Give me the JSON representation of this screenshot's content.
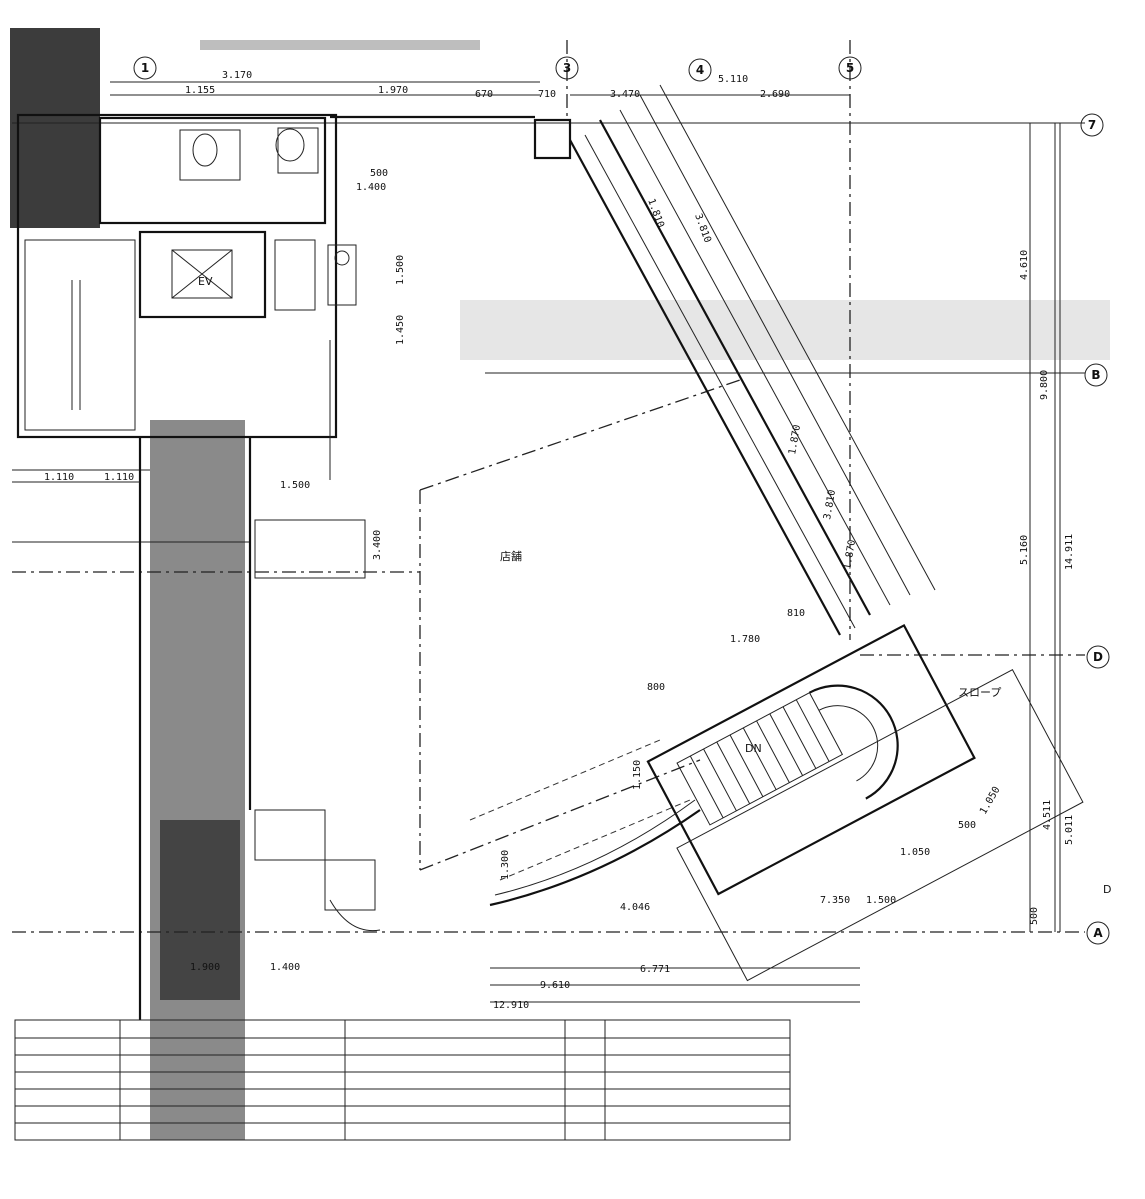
{
  "axes": {
    "top": [
      "1",
      "3",
      "4",
      "5"
    ],
    "right": [
      "7",
      "B",
      "D",
      "A"
    ]
  },
  "labels": {
    "ev": "EV",
    "dn": "DN",
    "room": "店舗",
    "slope": "スロープ",
    "d_mark": "D"
  },
  "dims": {
    "d_3170": "3.170",
    "d_1155": "1.155",
    "d_1970": "1.970",
    "d_670": "670",
    "d_710": "710",
    "d_3470": "3.470",
    "d_5110": "5.110",
    "d_2690": "2.690",
    "d_1400": "1.400",
    "d_500": "500",
    "d_1500": "1.500",
    "d_1450": "1.450",
    "d_1110a": "1.110",
    "d_1110b": "1.110",
    "d_4610": "4.610",
    "d_9800": "9.800",
    "d_5160": "5.160",
    "d_14911": "14.911",
    "d_4511": "4.511",
    "d_5011": "5.011",
    "d_500b": "500",
    "d_1810": "1.810",
    "d_3810": "3.810",
    "d_1870": "1.870",
    "d_3810b": "3.810",
    "d_1870b": "1.870",
    "d_1780": "1.780",
    "d_800": "800",
    "d_810": "810",
    "d_1150": "1.150",
    "d_1050": "1.050",
    "d_7350": "7.350",
    "d_1500b": "1.500",
    "d_4046": "4.046",
    "d_1300": "1.300",
    "d_500c": "500",
    "d_1050b": "1.050",
    "d_9610": "9.610",
    "d_6771": "6.771",
    "d_12910": "12.910",
    "d_3400": "3.400",
    "d_1400b": "1.400",
    "d_1500c": "1.500",
    "d_1900": "1.900"
  }
}
